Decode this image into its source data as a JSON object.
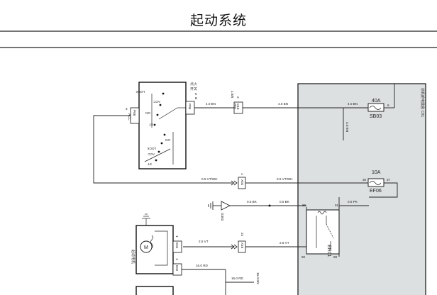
{
  "title": "起动系统",
  "ignition_switch": {
    "side_label_1": "点火",
    "side_label_2": "开关",
    "pin_terminal": "B",
    "pin_terminal_no": "5",
    "connector": "P05",
    "left_pin_no": "3",
    "left_pin_label": "ACC",
    "left_connector": "P08",
    "positions": [
      "LOCK",
      "ACC",
      "ON",
      "ST"
    ],
    "positions_lower": [
      "ON",
      "LOCK",
      "ACC",
      "ST"
    ]
  },
  "connectors": {
    "c18": {
      "pin_a": "2",
      "pin_b": "C18",
      "pin_c": "P01",
      "pin_d": "1.8/8"
    },
    "x01": {
      "pin_a": "1",
      "pin_b": "X01"
    },
    "x16": {
      "pin_a": "21",
      "pin_b": "X16"
    },
    "e01": {
      "pin_a": "1",
      "pin_b": "E01"
    },
    "e02": {
      "pin_a": "1",
      "pin_b": "E02"
    }
  },
  "wires": {
    "bn_1": "4.0 BN",
    "bn_2": "4.0 BN",
    "bn_3": "4.0 BN",
    "bn_vertical": "4.0 BN",
    "vt_wh_1": "0.5 VT/WH",
    "vt_wh_2": "0.5 VT/WH",
    "bk_1": "0.5 BK",
    "bk_2": "0.5 BK",
    "pk": "0.5 PK",
    "vt_1": "2.5 VT",
    "vt_2": "2.5 VT",
    "rd_1": "16.0 RD",
    "rd_2": "16.0 RD",
    "rd_vertical": "16.0 BN"
  },
  "fuse_box": {
    "side_label": "前机舱电器盒 C01"
  },
  "fuses": {
    "sb03": {
      "rating": "40A",
      "name": "SB03",
      "pin": "6"
    },
    "ef06": {
      "rating": "10A",
      "name": "EF06",
      "pin_in": "36",
      "pin_out": "37"
    }
  },
  "relay": {
    "name": "ER01",
    "pins": {
      "top_left": "89",
      "top_right": "91",
      "bottom_left": "90",
      "bottom_right": "88"
    }
  },
  "ground": {
    "name": "G303"
  },
  "starter": {
    "side_label": "起动电机",
    "motor_symbol": "M"
  }
}
